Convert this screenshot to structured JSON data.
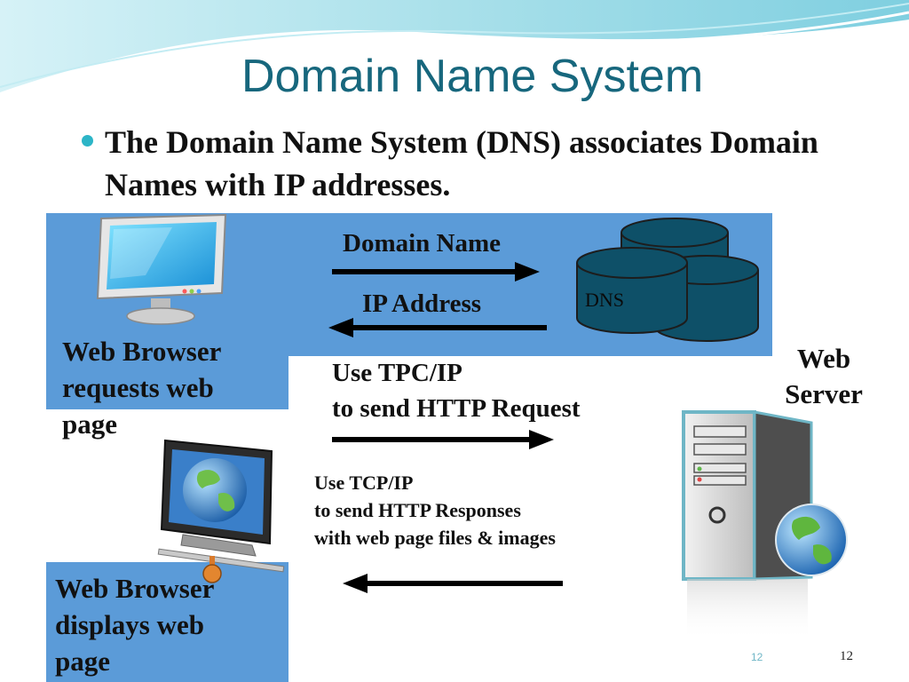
{
  "slide": {
    "title": "Domain Name System",
    "bullet": "The Domain Name System (DNS) associates Domain Names with IP addresses.",
    "page_number": "12",
    "page_number_small": "12"
  },
  "diagram": {
    "labels": {
      "domain_name": "Domain Name",
      "ip_address": "IP Address",
      "dns": "DNS",
      "web_server_line1": "Web",
      "web_server_line2": "Server",
      "browser_requests_line1": "Web Browser",
      "browser_requests_line2": "requests web",
      "browser_requests_line3": "page",
      "tcp_request_line1": "Use TPC/IP",
      "tcp_request_line2": "to send HTTP Request",
      "tcp_response_line1": "Use TCP/IP",
      "tcp_response_line2": "to send HTTP Responses",
      "tcp_response_line3": "with web page files & images",
      "browser_displays_line1": "Web Browser",
      "browser_displays_line2": "displays web",
      "browser_displays_line3": "page"
    },
    "colors": {
      "panel": "#5b9bd8",
      "title": "#17677d",
      "dns_cylinder": "#0e5068",
      "arrow": "#000000"
    }
  }
}
